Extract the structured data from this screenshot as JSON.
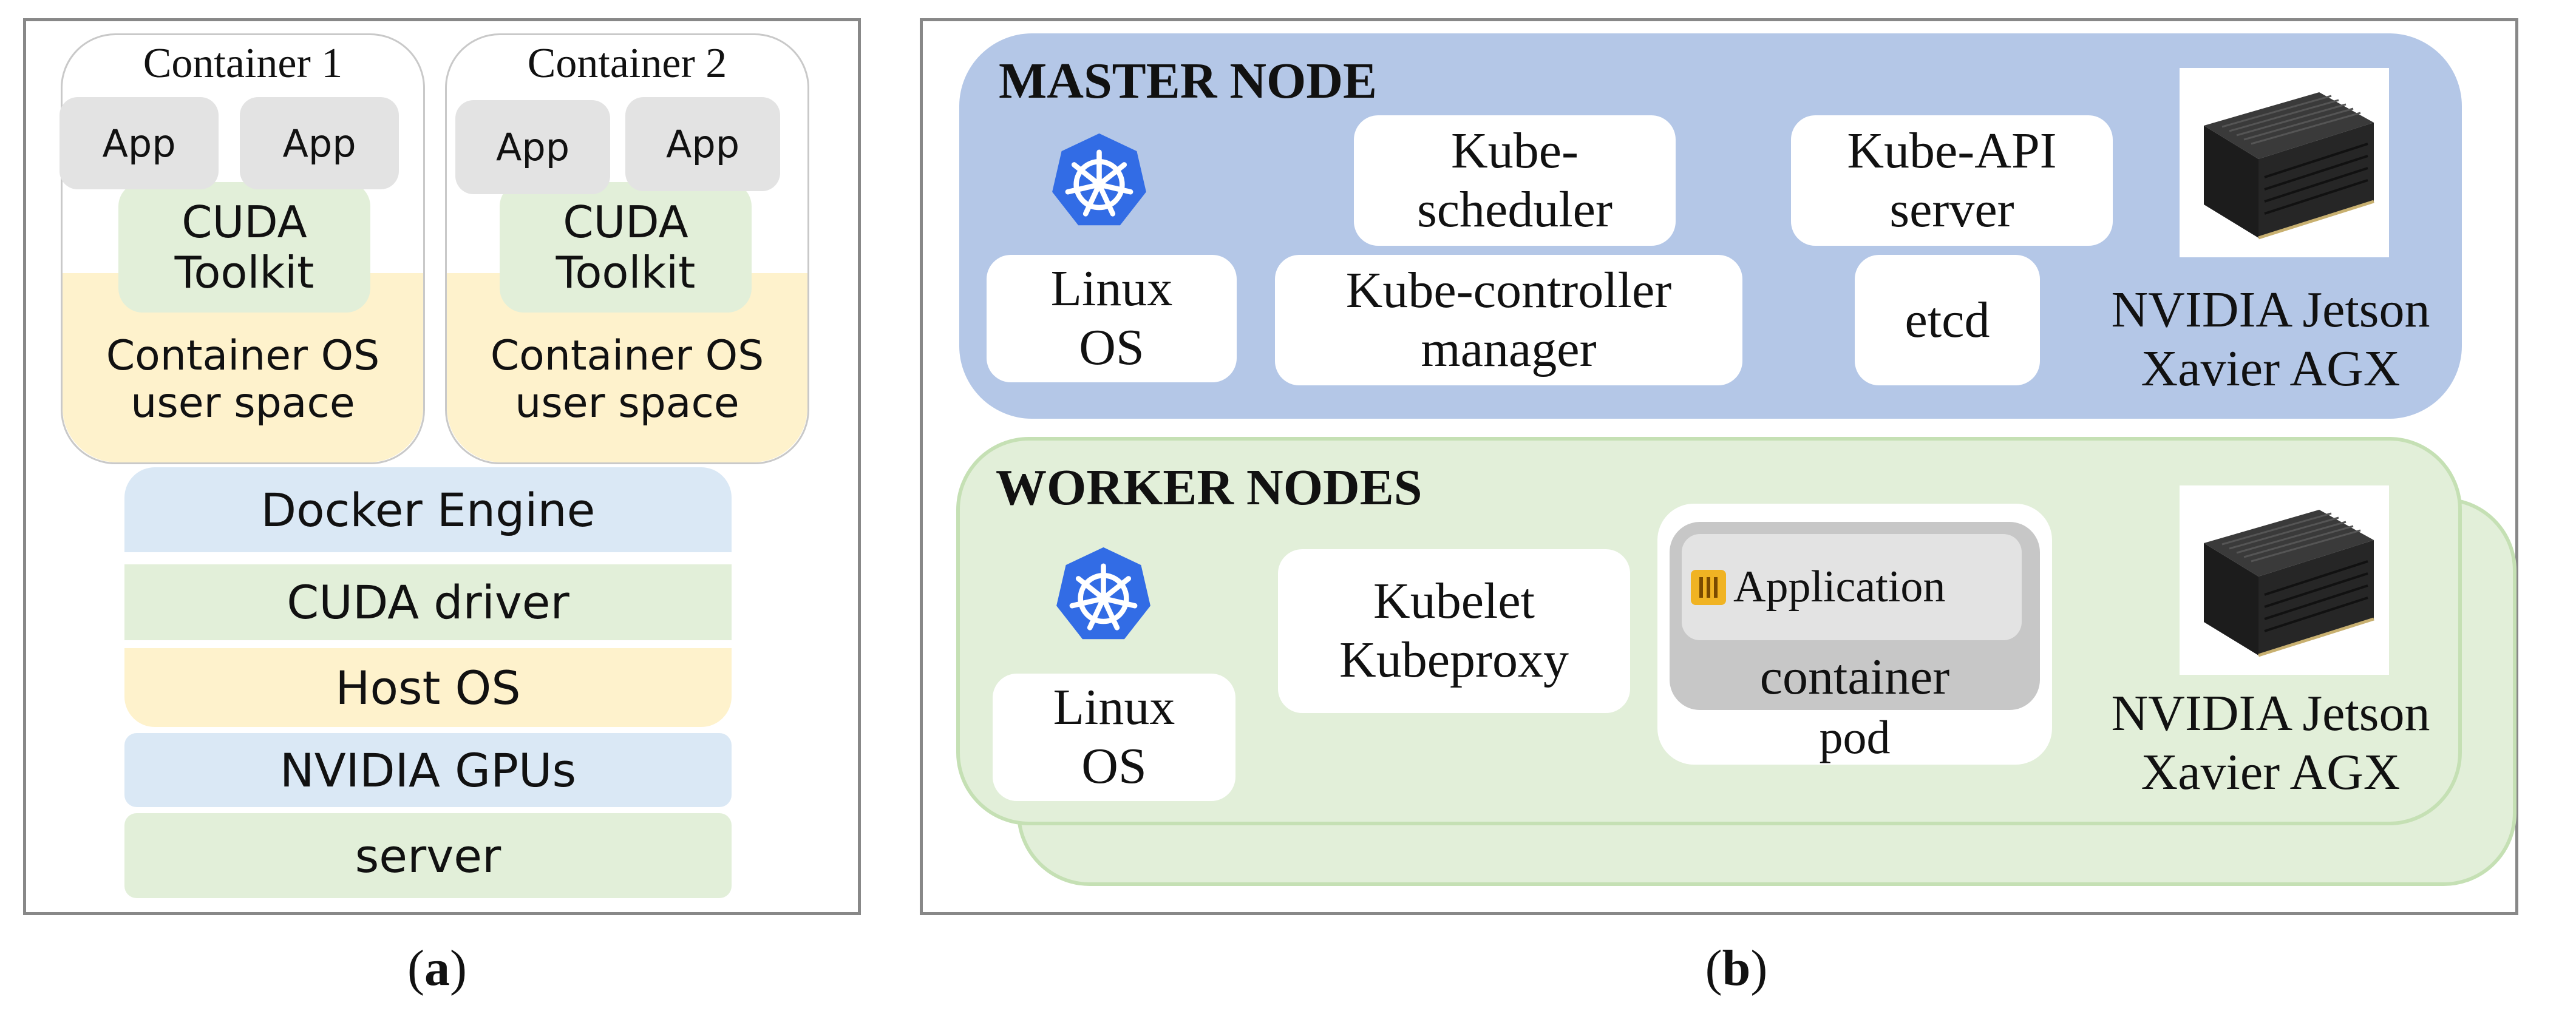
{
  "panel_a": {
    "caption": "a",
    "containers": [
      {
        "title": "Container 1",
        "apps": [
          "App",
          "App"
        ],
        "toolkit": "CUDA\nToolkit",
        "os": "Container OS\nuser space"
      },
      {
        "title": "Container 2",
        "apps": [
          "App",
          "App"
        ],
        "toolkit": "CUDA\nToolkit",
        "os": "Container OS\nuser space"
      }
    ],
    "layers": [
      "Docker Engine",
      "CUDA driver",
      "Host OS",
      "NVIDIA GPUs",
      "server"
    ]
  },
  "panel_b": {
    "caption": "b",
    "master": {
      "title": "MASTER NODE",
      "linux_os": "Linux\nOS",
      "kube_scheduler": "Kube-\nscheduler",
      "kube_controller": "Kube-controller\nmanager",
      "kube_api": "Kube-API\nserver",
      "etcd": "etcd",
      "device": "NVIDIA Jetson\nXavier AGX"
    },
    "worker": {
      "title": "WORKER NODES",
      "linux_os": "Linux\nOS",
      "kubelet": "Kubelet\nKubeproxy",
      "application": "Application",
      "container": "container",
      "pod": "pod",
      "device": "NVIDIA Jetson\nXavier AGX"
    }
  },
  "colors": {
    "master_bg": "#b4c7e7",
    "worker_bg": "#e2efd9",
    "kubernetes_blue": "#326ce5",
    "layer_blue": "#dae8f5",
    "layer_green": "#e2efd9",
    "layer_yellow": "#fef2cc"
  }
}
